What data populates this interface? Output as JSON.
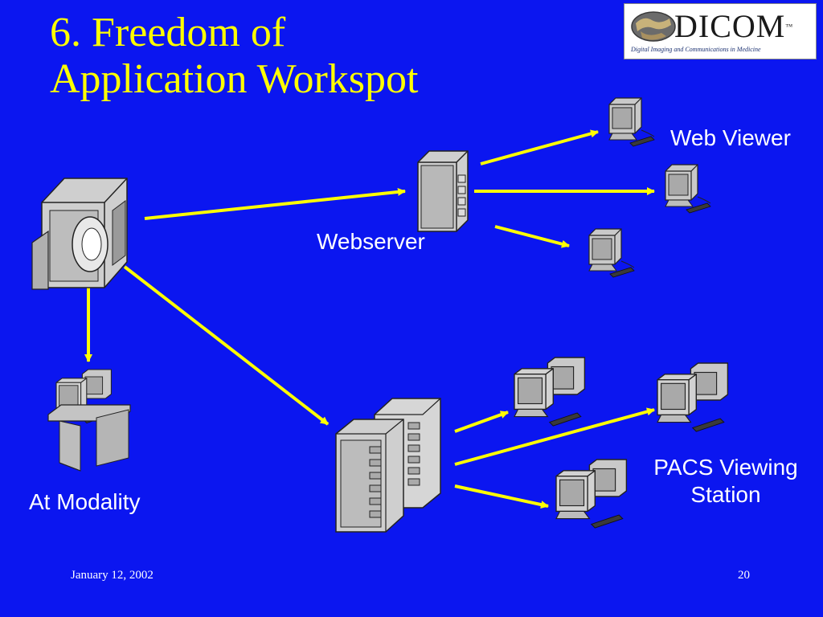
{
  "slide": {
    "title_line1": "6. Freedom of",
    "title_line2": "Application Workspot",
    "footer_date": "January 12, 2002",
    "page_number": "20"
  },
  "logo": {
    "name": "DICOM",
    "trademark": "™",
    "tagline": "Digital Imaging and Communications in Medicine"
  },
  "labels": {
    "web_viewer": "Web Viewer",
    "webserver": "Webserver",
    "at_modality": "At Modality",
    "pacs_line1": "PACS Viewing",
    "pacs_line2": "Station"
  },
  "colors": {
    "background": "#0b16f0",
    "title": "#ffff00",
    "arrow": "#ffff00",
    "label": "#ffffff"
  },
  "icons": [
    "dicom-logo",
    "ct-scanner-icon",
    "webserver-icon",
    "pacs-server-icon",
    "modality-workstation-icon",
    "web-viewer-pc-icon",
    "pacs-workstation-icon"
  ]
}
